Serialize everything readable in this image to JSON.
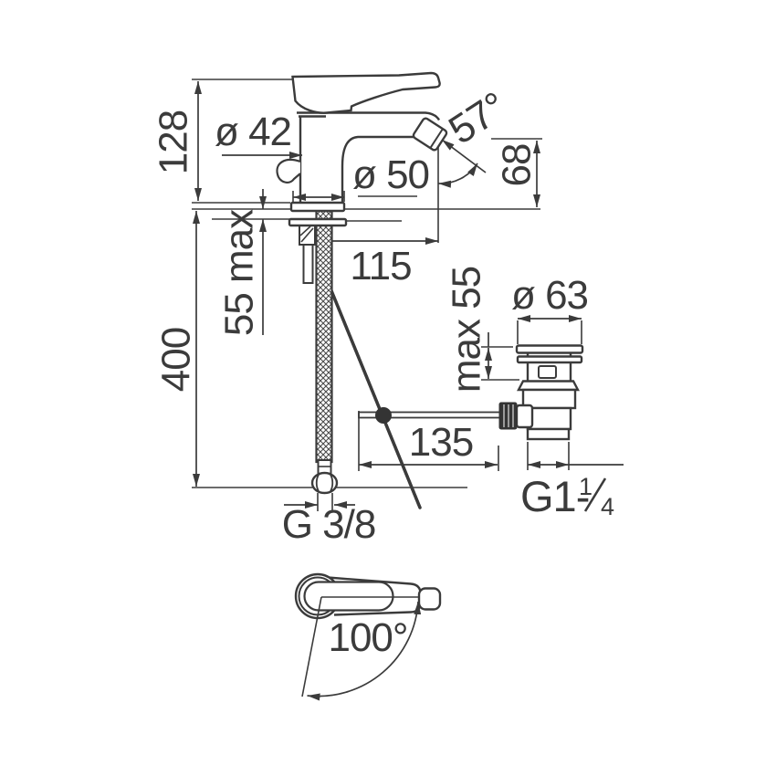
{
  "drawing": {
    "type": "faucet-installation-technical-drawing",
    "colors": {
      "ink": "#3b3b3b",
      "background": "#ffffff"
    }
  },
  "labels": {
    "height_overall": "128",
    "base_diameter": "ø 42",
    "spout_angle": "57°",
    "spout_diameter": "ø 50",
    "outlet_height": "68",
    "spout_reach": "115",
    "deck_thickness_max": "55 max",
    "hose_length": "400",
    "drain_flange_diameter": "ø 63",
    "drain_deck_thickness": "max 55",
    "rod_offset": "135",
    "drain_thread_prefix": "G1-",
    "drain_thread_numerator": "1",
    "drain_thread_denominator": "4",
    "supply_thread": "G 3/8",
    "handle_rotation": "100°"
  }
}
